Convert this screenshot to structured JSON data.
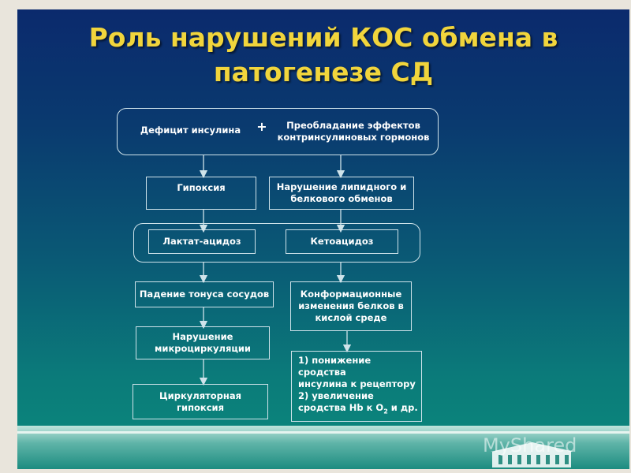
{
  "title": "Роль нарушений КОС обмена в патогенезе СД",
  "diagram": {
    "top_left": "Дефицит инсулина",
    "plus": "+",
    "top_right": "Преобладание эффектов контринсулиновых гормонов",
    "hypoxia": "Гипоксия",
    "lipid": "Нарушение липидного и белкового обменов",
    "lactate": "Лактат-ацидоз",
    "keto": "Кетоацидоз",
    "vessel_tone": "Падение тонуса сосудов",
    "conformation": "Конформационные изменения белков в кислой среде",
    "microcirculation": "Нарушение микроциркуляции",
    "circulatory_hypoxia": "Циркуляторная гипоксия",
    "result_line1": "1) понижение сродства",
    "result_line2": "инсулина к рецептору",
    "result_line3": "2) увеличение",
    "result_line4_a": "сродства Hb к O",
    "result_line4_sub": "2",
    "result_line4_b": " и др."
  },
  "watermark": "MyShared",
  "colors": {
    "title": "#f1d53c",
    "box_border": "#cfe3ea",
    "text": "#ffffff"
  }
}
